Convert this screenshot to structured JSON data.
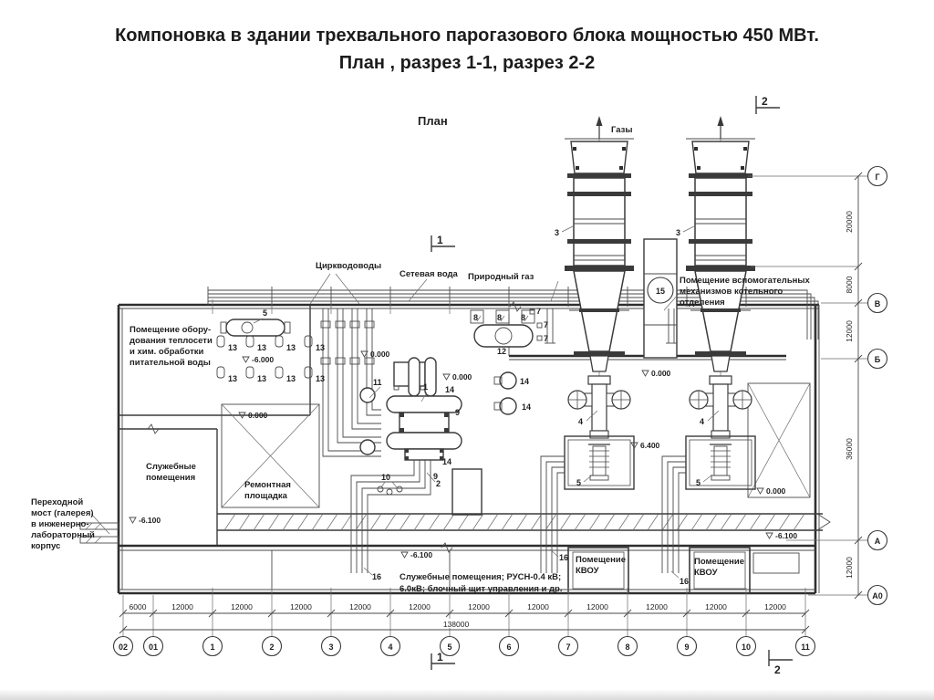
{
  "title": {
    "line1": "Компоновка в здании трехвального парогазового блока мощностью 450 МВт.",
    "line2": "План , разрез 1-1, разрез 2-2"
  },
  "plan": {
    "heading": "План"
  },
  "labels": {
    "gases": "Газы",
    "circ_water": "Циркводоводы",
    "network_water": "Сетевая вода",
    "natural_gas": "Природный газ",
    "aux_room": [
      "Помещение вспомогательных",
      "механизмов котельного",
      "отделения"
    ],
    "heat_room": [
      "Помещение обору-",
      "дования теплосети",
      "и хим. обработки",
      "питательной воды"
    ],
    "service_rooms": [
      "Служебные",
      "помещения"
    ],
    "repair_area": [
      "Ремонтная",
      "площадка"
    ],
    "bridge": [
      "Переходной",
      "мост (галерея)",
      "в инженерно-",
      "лабораторный",
      "корпус"
    ],
    "kvou": [
      "Помещение",
      "КВОУ"
    ],
    "rusn": [
      "Служебные помещения; РУСН-0.4 кВ;",
      "6.0кВ; блочный щит управления и др."
    ]
  },
  "elevations": {
    "zero": "0.000",
    "minus6": "-6.000",
    "plus64": "6.400",
    "minus61": "-6.100"
  },
  "callouts": {
    "c1": "1",
    "c2": "2",
    "c3": "3",
    "c4": "4",
    "c5": "5",
    "c7": "7",
    "c8": "8",
    "c9": "9",
    "c10": "10",
    "c11": "11",
    "c12": "12",
    "c13": "13",
    "c14": "14",
    "c15": "15",
    "c16": "16"
  },
  "sections": {
    "s1": "1",
    "s2": "2"
  },
  "grid": {
    "cols": [
      "02",
      "01",
      "1",
      "2",
      "3",
      "4",
      "5",
      "6",
      "7",
      "8",
      "9",
      "10",
      "11"
    ],
    "rows": [
      "Г",
      "В",
      "Б",
      "А",
      "А0"
    ]
  },
  "dims": {
    "d6000": "6000",
    "d12000": "12000",
    "total": "138000",
    "r20000": "20000",
    "r8000": "8000",
    "r12000": "12000",
    "r36000": "36000"
  }
}
